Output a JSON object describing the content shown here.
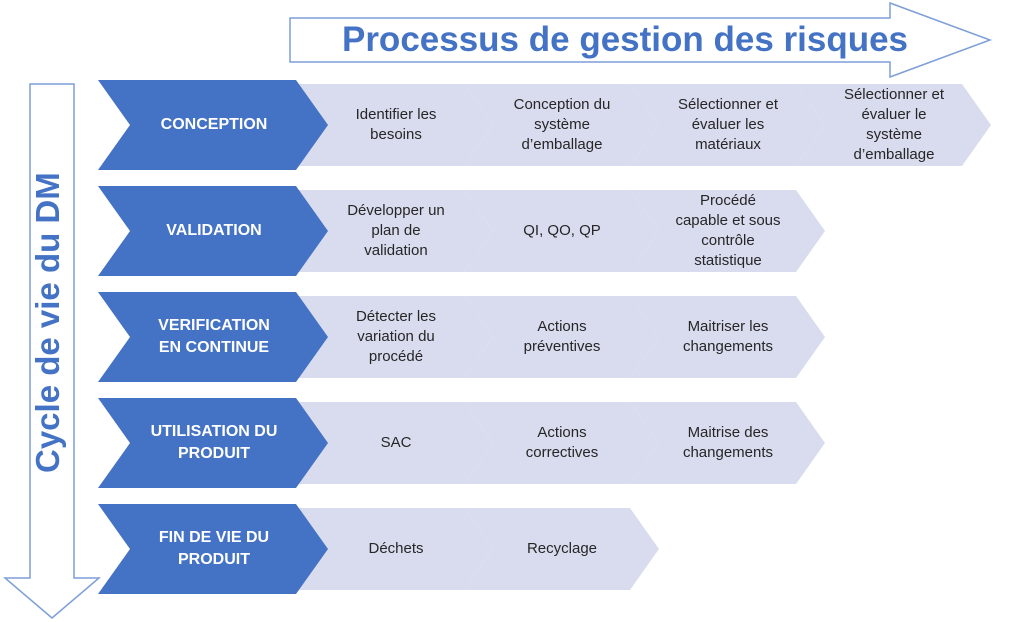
{
  "title": "Processus de gestion des risques",
  "vertical_title": "Cycle de vie du DM",
  "colors": {
    "accent": "#4472c4",
    "phase_fill": "#4472c4",
    "step_fill": "#d9dcef",
    "outline": "#7d9fd8",
    "step_text": "#262626"
  },
  "phases": [
    {
      "label": "CONCEPTION",
      "steps": [
        "Identifier les\nbesoins",
        "Conception du\nsystème\nd’emballage",
        "Sélectionner et\névaluer les\nmatériaux",
        "Sélectionner et\névaluer le\nsystème\nd’emballage"
      ]
    },
    {
      "label": "VALIDATION",
      "steps": [
        "Développer un\nplan de\nvalidation",
        "QI, QO, QP",
        "Procédé\ncapable et sous\ncontrôle\nstatistique"
      ]
    },
    {
      "label": "VERIFICATION\nEN CONTINUE",
      "steps": [
        "Détecter les\nvariation du\nprocédé",
        "Actions\npréventives",
        "Maitriser les\nchangements"
      ]
    },
    {
      "label": "UTILISATION DU\nPRODUIT",
      "steps": [
        "SAC",
        "Actions\ncorrectives",
        "Maitrise des\nchangements"
      ]
    },
    {
      "label": "FIN DE VIE DU\nPRODUIT",
      "steps": [
        "Déchets",
        "Recyclage"
      ]
    }
  ]
}
